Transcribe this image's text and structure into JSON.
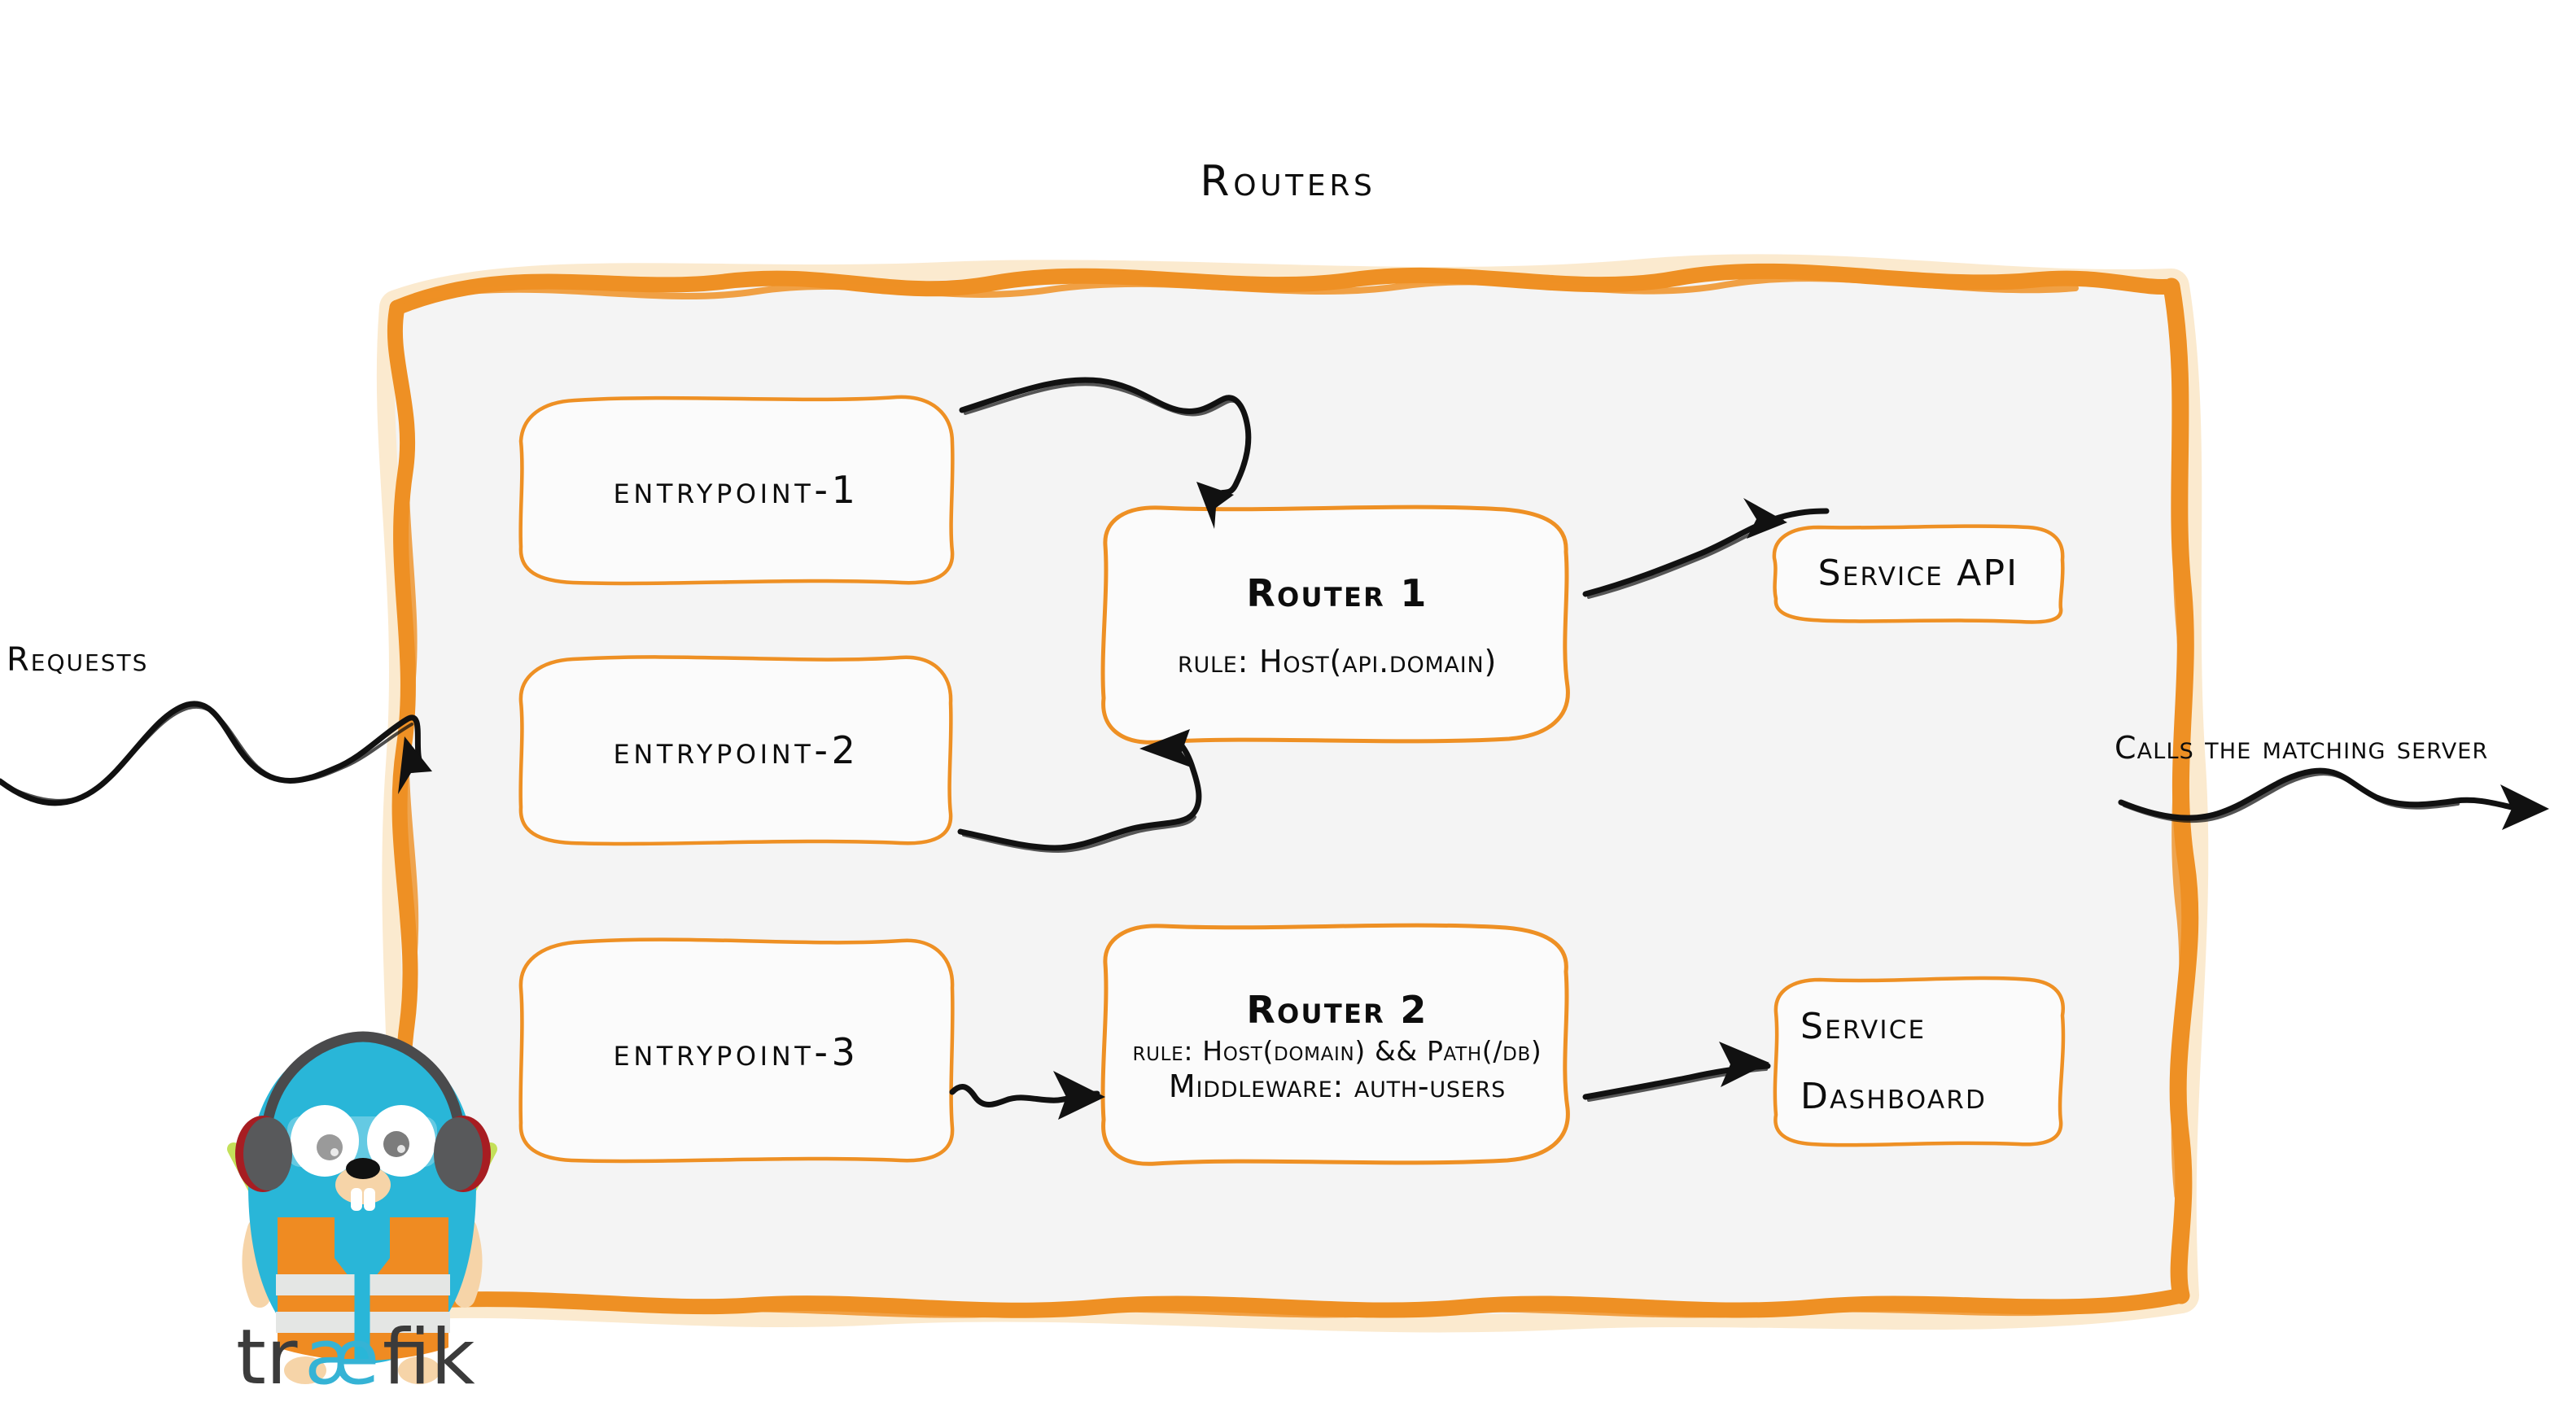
{
  "diagram": {
    "title": "Routers",
    "panel_label": "routers-container"
  },
  "colors": {
    "orange": "#ee9024",
    "orange_light": "#f2a33f",
    "panel_fill": "#f4f4f4",
    "box_fill": "#fbfbfb",
    "ink": "#0d0d0d",
    "gopher_body": "#29b6d8",
    "gopher_vest": "#ef8b22",
    "gopher_stripe": "#e4e6e4",
    "gopher_skin": "#f6d4a8",
    "headphone_gray": "#58595b",
    "headphone_red": "#a71d22",
    "wand_green": "#c4e05a",
    "logo_dark": "#3b3b3b",
    "logo_cyan": "#35b3d5"
  },
  "entrypoints": [
    {
      "id": "entrypoint-1",
      "label": "entrypoint-1"
    },
    {
      "id": "entrypoint-2",
      "label": "entrypoint-2"
    },
    {
      "id": "entrypoint-3",
      "label": "entrypoint-3"
    }
  ],
  "routers": [
    {
      "id": "router-1",
      "title": "Router 1",
      "rule": "rule: Host(api.domain)",
      "middleware": null
    },
    {
      "id": "router-2",
      "title": "Router 2",
      "rule": "rule: Host(domain) && Path(/db)",
      "middleware": "Middleware: auth-users"
    }
  ],
  "services": [
    {
      "id": "service-api",
      "line1": "Service API",
      "line2": null
    },
    {
      "id": "service-dashboard",
      "line1": "Service",
      "line2": "Dashboard"
    }
  ],
  "side_labels": {
    "requests": "Requests",
    "calls": "Calls the matching server"
  },
  "brand": {
    "logo_text": "traefik",
    "logo_pre": "tr",
    "logo_lig": "æ",
    "logo_post": "fik",
    "mascot": "traefik-gopher"
  }
}
